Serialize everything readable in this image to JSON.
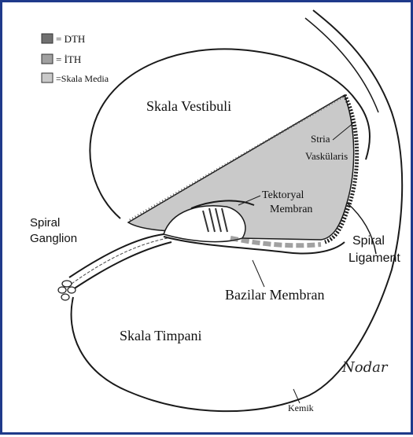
{
  "legend": [
    {
      "color": "#707070",
      "text": "= DTH"
    },
    {
      "color": "#a0a0a0",
      "text": "= İTH"
    },
    {
      "color": "#c9c9c9",
      "text": "=Skala Media"
    }
  ],
  "labels": {
    "skala_vestibuli": "Skala Vestibuli",
    "stria": "Stria",
    "vaskularis": "Vaskülaris",
    "tektoryal": "Tektoryal",
    "membran": "Membran",
    "spiral_g1": "Spiral",
    "spiral_g2": "Ganglion",
    "spiral_l1": "Spiral",
    "spiral_l2": "Ligament",
    "bazilar": "Bazilar Membran",
    "skala_timpani": "Skala Timpani",
    "kemik": "Kemik",
    "signature": "Nodar"
  },
  "colors": {
    "border": "#1f3a8a",
    "media_fill": "#c9c9c9",
    "line": "#1a1a1a"
  }
}
